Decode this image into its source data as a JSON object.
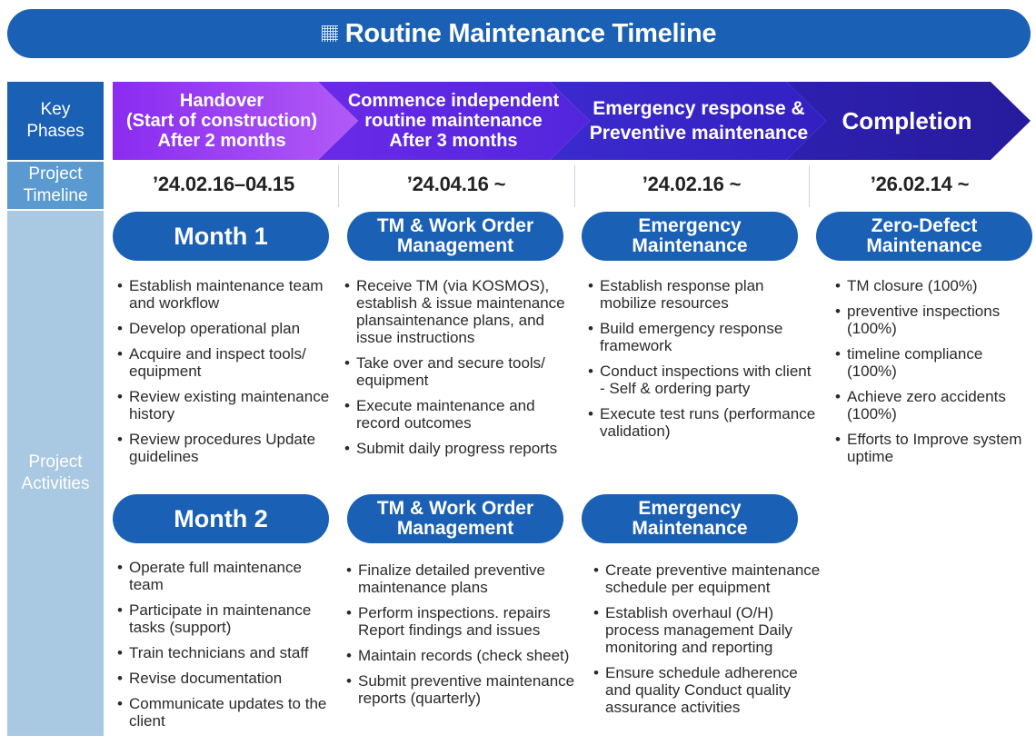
{
  "title": "Routine Maintenance Timeline",
  "labels": {
    "key_phases": "Key\nPhases",
    "project_timeline": "Project\nTimeline",
    "project_activities": "Project\nActivities"
  },
  "colors": {
    "primary_blue": "#1a60b4",
    "phase_1": "#a440f5",
    "phase_2": "#6a2ae8",
    "phase_3": "#3d24c8",
    "phase_4": "#2a1ea6"
  },
  "phases": [
    {
      "label": "Handover\n(Start of construction)\nAfter 2 months",
      "date": "’24.02.16–04.15"
    },
    {
      "label": "Commence independent\nroutine maintenance\nAfter 3 months",
      "date": "’24.04.16 ~"
    },
    {
      "label": "Emergency response &\nPreventive maintenance",
      "date": "’24.02.16 ~"
    },
    {
      "label": "Completion",
      "date": "’26.02.14 ~"
    }
  ],
  "activities": [
    {
      "title": "Month 1",
      "items": [
        "Establish maintenance team and workflow",
        "Develop operational plan",
        "Acquire and inspect tools/ equipment",
        "Review existing maintenance history",
        "Review procedures Update guidelines"
      ]
    },
    {
      "title": "TM & Work Order\nManagement",
      "items": [
        "Receive TM (via KOSMOS), establish & issue maintenance plansaintenance plans, and issue instructions",
        "Take over and secure tools/ equipment",
        "Execute maintenance and record outcomes",
        "Submit daily progress reports"
      ]
    },
    {
      "title": "Emergency\nMaintenance",
      "items": [
        "Establish response plan mobilize resources",
        "Build emergency response framework",
        "Conduct inspections with client - Self & ordering party",
        "Execute test runs (performance validation)"
      ]
    },
    {
      "title": "Zero-Defect\nMaintenance",
      "items": [
        "TM closure (100%)",
        "preventive inspections (100%)",
        "timeline compliance (100%)",
        "Achieve zero accidents (100%)",
        "Efforts to Improve system uptime"
      ]
    },
    {
      "title": "Month 2",
      "items": [
        "Operate full maintenance team",
        "Participate in maintenance tasks (support)",
        "Train technicians and staff",
        "Revise documentation",
        "Communicate updates to the client"
      ]
    },
    {
      "title": "TM & Work Order\nManagement",
      "items": [
        "Finalize detailed preventive maintenance plans",
        "Perform inspections. repairs Report findings and issues",
        "Maintain records (check sheet)",
        "Submit preventive maintenance reports (quarterly)"
      ]
    },
    {
      "title": "Emergency\nMaintenance",
      "items": [
        "Create preventive maintenance schedule per equipment",
        "Establish overhaul (O/H) process management Daily monitoring and reporting",
        "Ensure schedule adherence and quality Conduct quality assurance activities"
      ]
    }
  ]
}
